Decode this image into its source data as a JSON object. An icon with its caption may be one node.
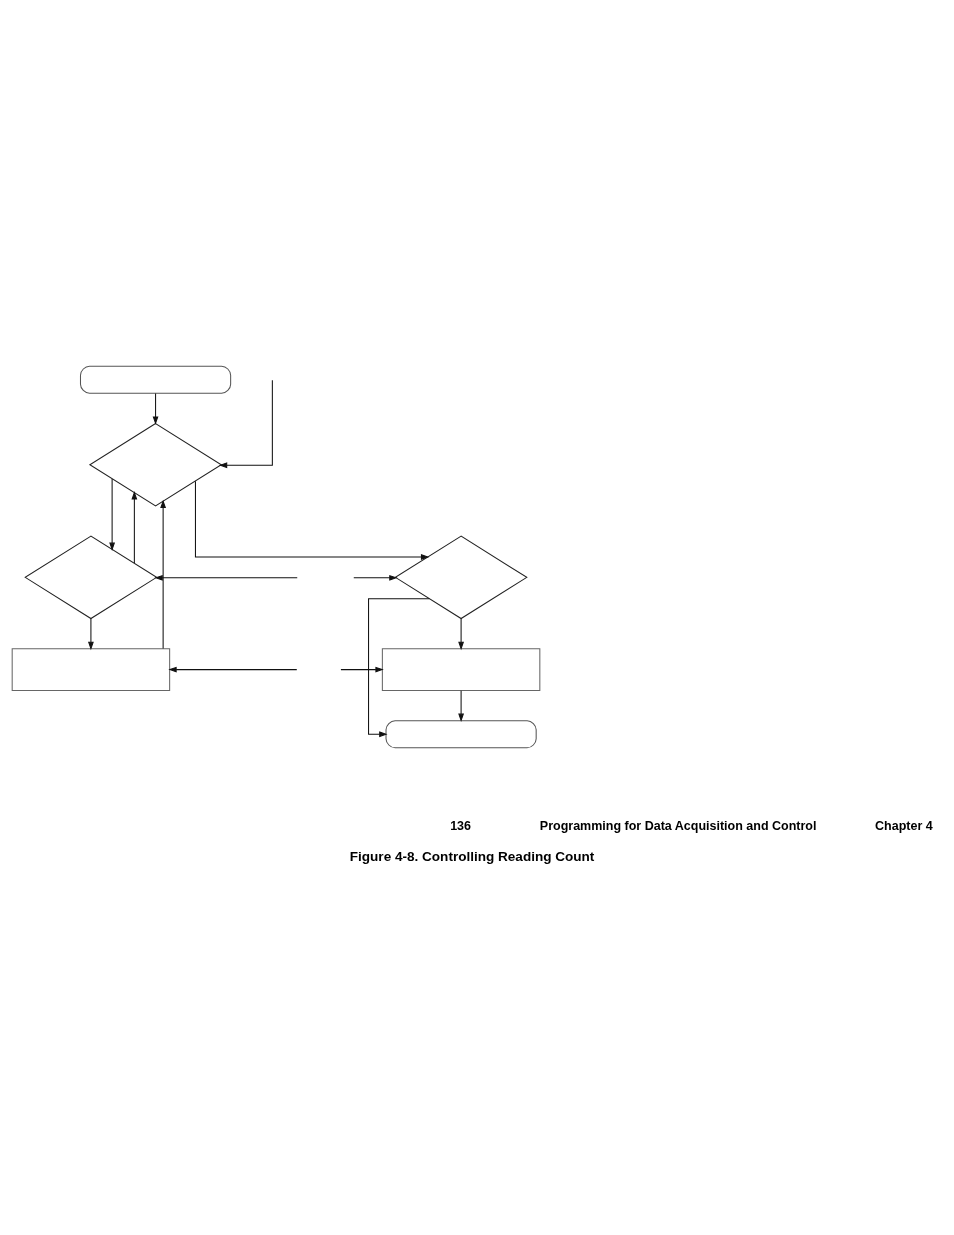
{
  "diagram": {
    "caption": "Figure 4-8. Controlling Reading Count",
    "nodes": [
      {
        "text": [],
        "shape": "oval"
      },
      {
        "text": [],
        "shape": "diamond"
      },
      {
        "text": [],
        "shape": "diamond"
      },
      {
        "text": [],
        "shape": "diamond"
      },
      {
        "text": [],
        "shape": "box"
      },
      {
        "text": [],
        "shape": "box"
      },
      {
        "text": [],
        "shape": "oval"
      }
    ],
    "edges": [
      {
        "from": 0,
        "to": 1,
        "arrow": "to"
      },
      {
        "from": null,
        "to": 1,
        "arrow": "to"
      },
      {
        "from": 1,
        "to": 2,
        "arrow": "to"
      },
      {
        "from": 1,
        "to": 3,
        "arrow": "to"
      },
      {
        "from": 2,
        "to": 1,
        "arrow": "to"
      },
      {
        "from": null,
        "to": 2,
        "arrow": "to"
      },
      {
        "from": null,
        "to": 3,
        "arrow": "to"
      },
      {
        "from": 3,
        "to": 6,
        "arrow": "to"
      },
      {
        "from": 2,
        "to": 4,
        "arrow": "to"
      },
      {
        "from": 3,
        "to": 5,
        "arrow": "to"
      },
      {
        "from": null,
        "to": 4,
        "arrow": "to"
      },
      {
        "from": null,
        "to": 5,
        "arrow": "to"
      },
      {
        "from": 4,
        "to": 1,
        "arrow": "to"
      },
      {
        "from": 5,
        "to": 6,
        "arrow": "to"
      }
    ],
    "labels": [
      "136",
      "Programming for Data Acquisition and Control",
      "Chapter 4"
    ]
  }
}
